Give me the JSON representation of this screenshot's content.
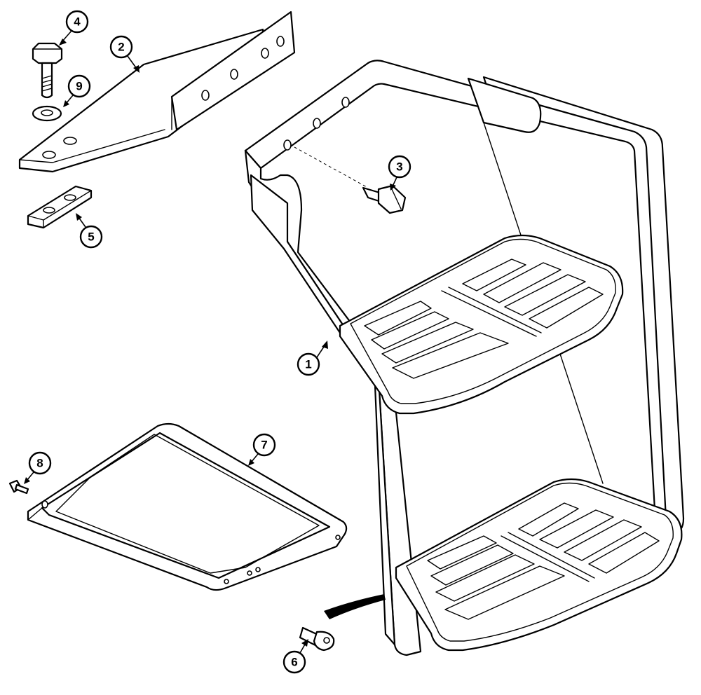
{
  "callouts": [
    {
      "id": "callout-1",
      "label": "1"
    },
    {
      "id": "callout-2",
      "label": "2"
    },
    {
      "id": "callout-3",
      "label": "3"
    },
    {
      "id": "callout-4",
      "label": "4"
    },
    {
      "id": "callout-5",
      "label": "5"
    },
    {
      "id": "callout-6",
      "label": "6"
    },
    {
      "id": "callout-7",
      "label": "7"
    },
    {
      "id": "callout-8",
      "label": "8"
    },
    {
      "id": "callout-9",
      "label": "9"
    }
  ],
  "colors": {
    "line": "#000000",
    "fill": "#ffffff"
  }
}
